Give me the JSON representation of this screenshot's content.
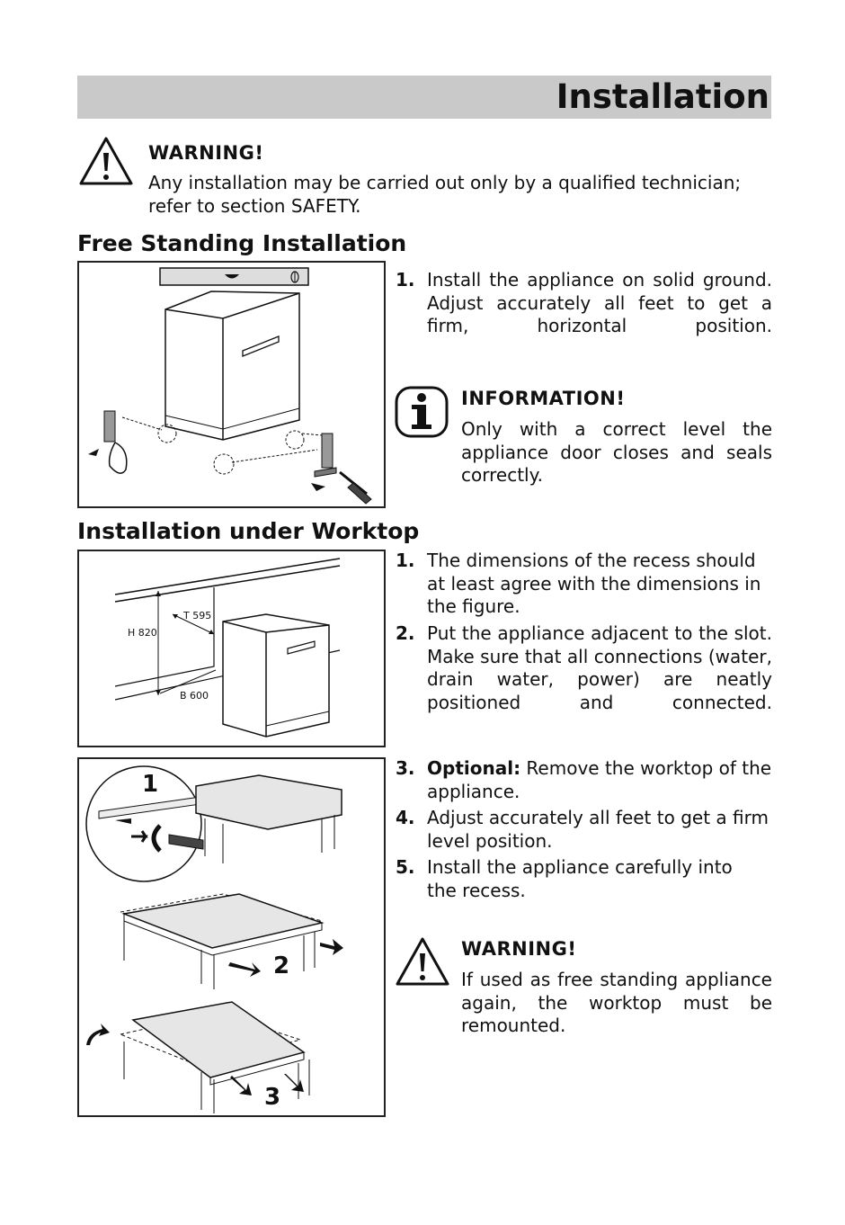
{
  "page": {
    "title": "Installation"
  },
  "warning_top": {
    "label": "WARNING!",
    "text": "Any installation may be carried out only by a qualified technician; refer to section SAFETY."
  },
  "free_standing": {
    "heading": "Free Standing Installation",
    "step1_num": "1.",
    "step1_text": "Install the appliance on solid ground. Adjust accurately all feet to get a firm, horizontal position.",
    "info_label": "INFORMATION!",
    "info_text": "Only with a correct level the appliance door closes and seals correctly."
  },
  "under_worktop": {
    "heading": "Installation under Worktop",
    "dims": {
      "height": "H 820",
      "depth": "T 595",
      "width": "B 600"
    },
    "steps": [
      {
        "num": "1.",
        "text": "The dimensions of the recess should at least agree with the dimensions in the figure."
      },
      {
        "num": "2.",
        "text": "Put the appliance adjacent to the slot. Make sure that all connections (water, drain water, power) are neatly positioned and connected."
      },
      {
        "num": "3.",
        "bold": "Optional:",
        "text": " Remove the worktop of the appliance."
      },
      {
        "num": "4.",
        "text": "Adjust accurately all feet to get a firm level position."
      },
      {
        "num": "5.",
        "text": "Install the appliance carefully into the recess."
      }
    ],
    "figure_labels": [
      "1",
      "2",
      "3"
    ],
    "warning_label": "WARNING!",
    "warning_text": "If used as free standing appliance again, the worktop must be remounted."
  },
  "icons": {
    "warning": "warning-triangle-icon",
    "info": "info-icon"
  }
}
